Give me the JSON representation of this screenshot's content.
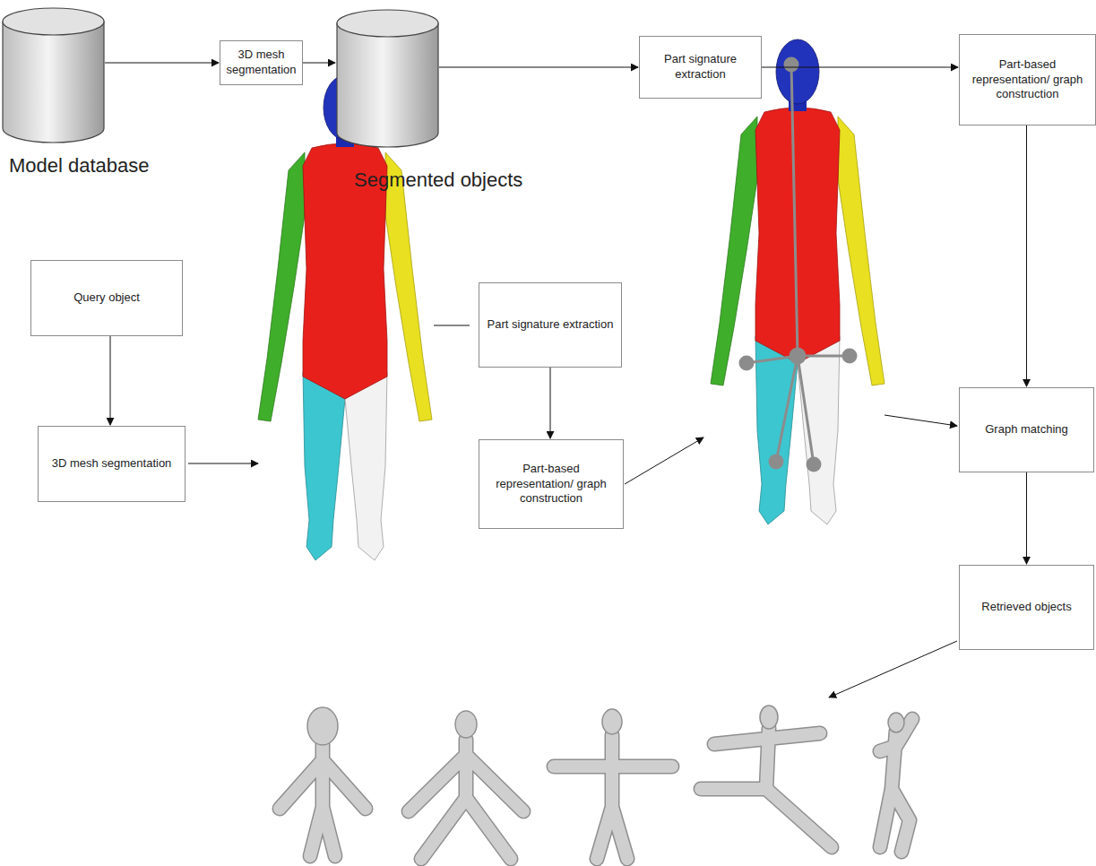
{
  "diagram": {
    "nodes": [
      {
        "text": [
          "Model database"
        ]
      },
      {
        "text": [
          "3D mesh segmentation"
        ]
      },
      {
        "text": [
          "Segmented objects"
        ]
      },
      {
        "text": [
          "Part signature extraction"
        ]
      },
      {
        "text": [
          "Part-based representation/ graph construction"
        ]
      },
      {
        "text": [
          "Query object"
        ]
      },
      {
        "text": [
          "3D mesh segmentation"
        ]
      },
      {
        "text": [
          "Part signature extraction"
        ]
      },
      {
        "text": [
          "Part-based representation/ graph construction"
        ]
      },
      {
        "text": [
          "Graph matching"
        ]
      },
      {
        "text": [
          "Retrieved objects"
        ]
      }
    ],
    "edges": [
      {
        "from": 0,
        "to": 1,
        "arrow": "to"
      },
      {
        "from": 1,
        "to": 2,
        "arrow": "to"
      },
      {
        "from": 2,
        "to": 3,
        "arrow": "to"
      },
      {
        "from": 3,
        "to": 4,
        "arrow": "to"
      },
      {
        "from": 4,
        "to": 9,
        "arrow": "to"
      },
      {
        "from": 5,
        "to": 6,
        "arrow": "to"
      },
      {
        "from": 7,
        "to": 8,
        "arrow": "to"
      },
      {
        "from": 9,
        "to": 10,
        "arrow": "to"
      }
    ]
  }
}
